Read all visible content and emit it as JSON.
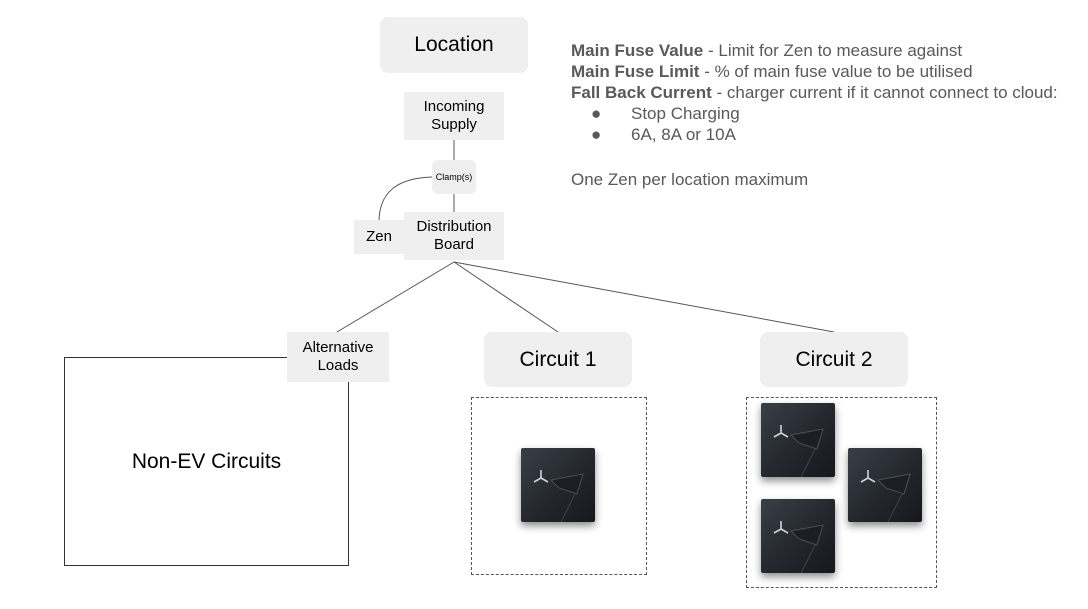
{
  "nodes": {
    "location": "Location",
    "incoming_supply": "Incoming\nSupply",
    "clamp": "Clamp(s)",
    "zen": "Zen",
    "distribution_board": "Distribution\nBoard",
    "alternative_loads": "Alternative\nLoads",
    "circuit_1": "Circuit 1",
    "circuit_2": "Circuit 2",
    "non_ev_circuits": "Non-EV Circuits"
  },
  "info": {
    "main_fuse_value_term": "Main Fuse Value",
    "main_fuse_value_desc": " - Limit for Zen to measure against",
    "main_fuse_limit_term": "Main Fuse Limit",
    "main_fuse_limit_desc": " - % of main fuse value to be utilised",
    "fall_back_term": "Fall Back Current",
    "fall_back_desc": " - charger current if it cannot connect to cloud:",
    "options": [
      "Stop Charging",
      "6A, 8A or 10A"
    ],
    "note": "One Zen per location maximum"
  },
  "colors": {
    "node_fill": "#efefef",
    "line": "#555555",
    "info_text": "#595959",
    "charger_dark": "#23272d"
  },
  "icons": {
    "charger": "ev-charger-icon"
  }
}
